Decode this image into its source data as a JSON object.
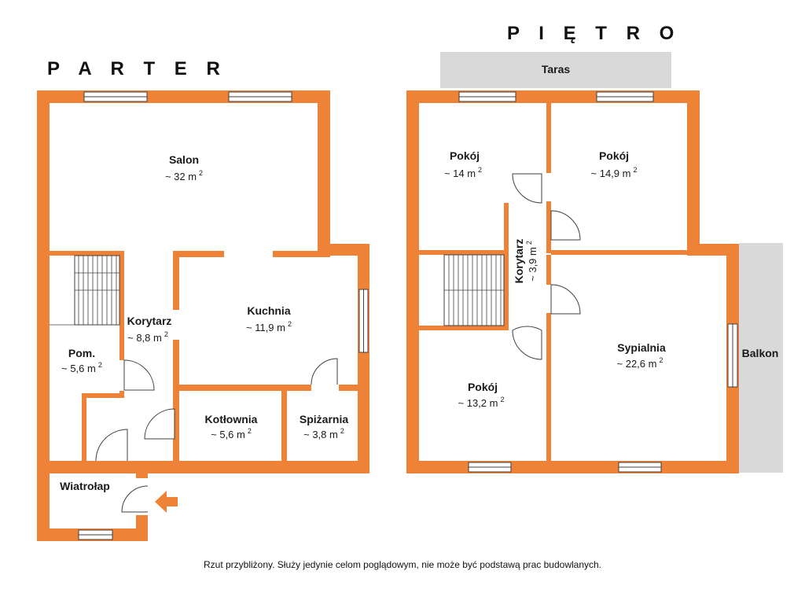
{
  "titles": {
    "ground": "P A R T E R",
    "upper": "P I Ę T R O"
  },
  "colors": {
    "wall": "#EE8236",
    "zone": "#D9D9D9",
    "line": "#404040",
    "window": "#FFFFFF"
  },
  "ground_floor": {
    "rooms": [
      {
        "id": "salon",
        "name": "Salon",
        "area": "~ 32 m",
        "sup": "2"
      },
      {
        "id": "korytarz",
        "name": "Korytarz",
        "area": "~ 8,8 m",
        "sup": "2"
      },
      {
        "id": "kuchnia",
        "name": "Kuchnia",
        "area": "~ 11,9 m",
        "sup": "2"
      },
      {
        "id": "pom",
        "name": "Pom.",
        "area": "~ 5,6 m",
        "sup": "2"
      },
      {
        "id": "kotlownia",
        "name": "Kotłownia",
        "area": "~ 5,6 m",
        "sup": "2"
      },
      {
        "id": "spizarnia",
        "name": "Spiżarnia",
        "area": "~ 3,8 m",
        "sup": "2"
      },
      {
        "id": "wiatrolap",
        "name": "Wiatrołap",
        "area": "",
        "sup": ""
      }
    ]
  },
  "upper_floor": {
    "rooms": [
      {
        "id": "pokoj1",
        "name": "Pokój",
        "area": "~ 14 m",
        "sup": "2"
      },
      {
        "id": "pokoj2",
        "name": "Pokój",
        "area": "~ 14,9 m",
        "sup": "2"
      },
      {
        "id": "korytarz",
        "name": "Korytarz",
        "area": "~ 3,9 m",
        "sup": "2"
      },
      {
        "id": "pokoj3",
        "name": "Pokój",
        "area": "~ 13,2 m",
        "sup": "2"
      },
      {
        "id": "sypialnia",
        "name": "Sypialnia",
        "area": "~ 22,6 m",
        "sup": "2"
      }
    ],
    "zones": {
      "taras": "Taras",
      "balkon": "Balkon"
    }
  },
  "footer_note": "Rzut przybliżony. Służy jedynie celom poglądowym, nie może być podstawą prac budowlanych."
}
